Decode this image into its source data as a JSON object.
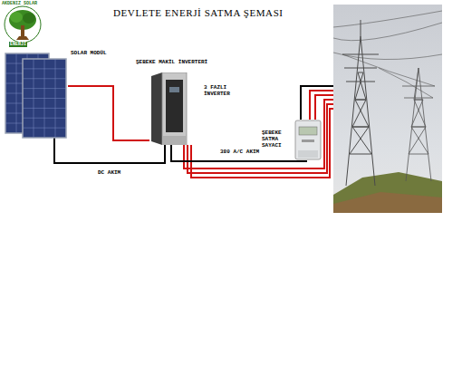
{
  "diagram": {
    "title": "DEVLETE ENERJİ SATMA ŞEMASI",
    "nodes": [
      {
        "text": [
          "SOLAR MODÜL"
        ]
      },
      {
        "text": [
          "ŞEBEKE MAKİL İNVERTERİ",
          "3 FAZLI İNVERTER"
        ]
      },
      {
        "text": [
          "ŞEBEKE SATMA SAYACI"
        ]
      }
    ],
    "edges": [
      {
        "from": 0,
        "to": 1,
        "arrow": "none",
        "label": "DC AKIM"
      },
      {
        "from": 1,
        "to": 2,
        "arrow": "none",
        "label": "380 A/C AKIM"
      }
    ],
    "labels": [
      "AKDENIZ SOLAR",
      "ENERJİ"
    ]
  }
}
